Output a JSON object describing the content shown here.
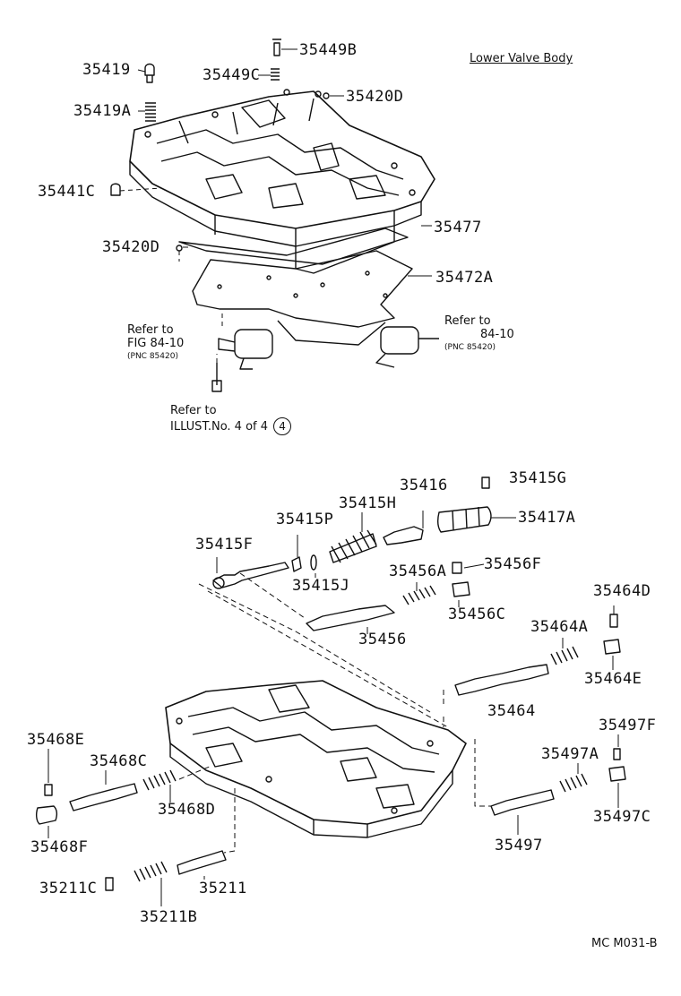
{
  "title": "Lower Valve Body",
  "footer_code": "MC  M031-B",
  "refs": {
    "left": {
      "l1": "Refer to",
      "l2": "FIG 84-10",
      "l3": "(PNC 85420)"
    },
    "right": {
      "l1": "Refer to",
      "l2": "84-10",
      "l3": "(PNC 85420)"
    },
    "illust": {
      "l1": "Refer to",
      "l2": "ILLUST.No. 4 of 4",
      "circled": "4"
    }
  },
  "parts": {
    "p35449B": "35449B",
    "p35419": "35419",
    "p35449C": "35449C",
    "p35420D_top": "35420D",
    "p35419A": "35419A",
    "p35441C": "35441C",
    "p35477": "35477",
    "p35420D": "35420D",
    "p35472A": "35472A",
    "p35416": "35416",
    "p35415G": "35415G",
    "p35415H": "35415H",
    "p35415P": "35415P",
    "p35417A": "35417A",
    "p35415F": "35415F",
    "p35456A": "35456A",
    "p35456F": "35456F",
    "p35415J": "35415J",
    "p35464D": "35464D",
    "p35456C": "35456C",
    "p35456": "35456",
    "p35464A": "35464A",
    "p35464E": "35464E",
    "p35464": "35464",
    "p35497F": "35497F",
    "p35468E": "35468E",
    "p35497A": "35497A",
    "p35468C": "35468C",
    "p35468D": "35468D",
    "p35497C": "35497C",
    "p35468F": "35468F",
    "p35497": "35497",
    "p35211C": "35211C",
    "p35211": "35211",
    "p35211B": "35211B"
  }
}
